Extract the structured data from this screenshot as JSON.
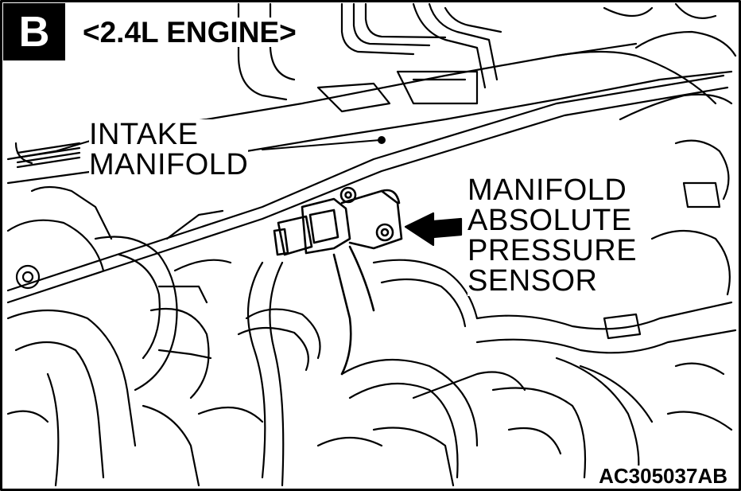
{
  "badge": {
    "letter": "B"
  },
  "header": {
    "title": "<2.4L ENGINE>"
  },
  "labels": {
    "intake_manifold": [
      "INTAKE",
      "MANIFOLD"
    ],
    "map_sensor": [
      "MANIFOLD",
      "ABSOLUTE",
      "PRESSURE",
      "SENSOR"
    ]
  },
  "figure_code": "AC305037AB",
  "colors": {
    "ink": "#000000",
    "paper": "#ffffff"
  }
}
